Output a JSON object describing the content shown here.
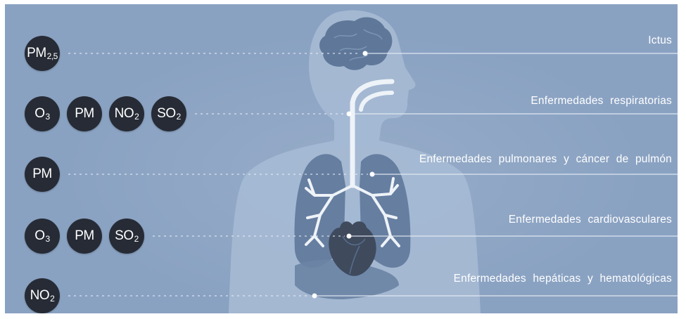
{
  "rows": [
    {
      "label": "Ictus",
      "pollutants": [
        {
          "base": "PM",
          "sub": "2,5"
        }
      ]
    },
    {
      "label": "Enfermedades respiratorias",
      "pollutants": [
        {
          "base": "O",
          "sub": "3"
        },
        {
          "base": "PM",
          "sub": ""
        },
        {
          "base": "NO",
          "sub": "2"
        },
        {
          "base": "SO",
          "sub": "2"
        }
      ]
    },
    {
      "label": "Enfermedades pulmonares y cáncer de pulmón",
      "pollutants": [
        {
          "base": "PM",
          "sub": ""
        }
      ]
    },
    {
      "label": "Enfermedades cardiovasculares",
      "pollutants": [
        {
          "base": "O",
          "sub": "3"
        },
        {
          "base": "PM",
          "sub": ""
        },
        {
          "base": "SO",
          "sub": "2"
        }
      ]
    },
    {
      "label": "Enfermedades hepáticas y hematológicas",
      "pollutants": [
        {
          "base": "NO",
          "sub": "2"
        }
      ]
    }
  ],
  "colors": {
    "background": "#8aa2c2",
    "body_silhouette": "#a6bad4",
    "organ_dark": "#5f789a",
    "heart": "#3f4a5d",
    "airway": "#eef3f8",
    "pollutant_circle": "#262b35"
  }
}
